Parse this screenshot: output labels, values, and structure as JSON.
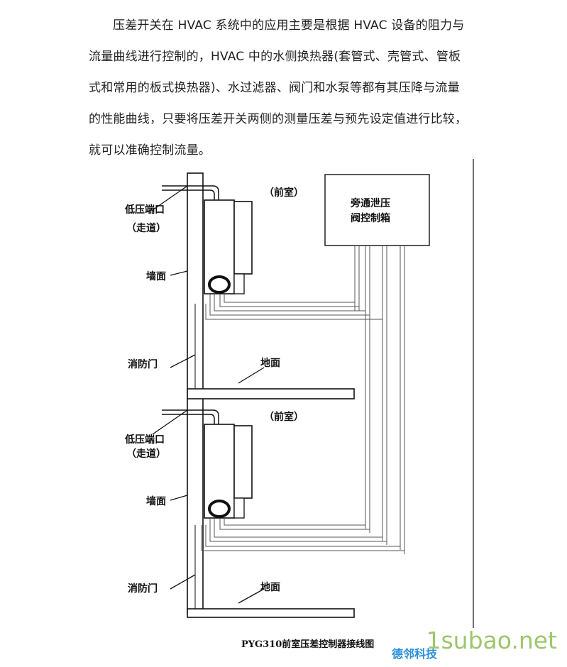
{
  "paragraph": {
    "lines": [
      "压差开关在 HVAC 系统中的应用主要是根据 HVAC 设备的阻力与",
      "流量曲线进行控制的，HVAC 中的水侧换热器(套管式、壳管式、管板",
      "式和常用的板式换热器)、水过滤器、阀门和水泵等都有其压降与流量",
      "的性能曲线，只要将压差开关两侧的测量压差与预先设定值进行比较，",
      "就可以准确控制流量。"
    ]
  },
  "diagram": {
    "upper": {
      "room_label": "（前室）",
      "low_pressure_port": "低压端口",
      "corridor": "（走道）",
      "wall": "墙面",
      "fire_door": "消防门",
      "floor": "地面"
    },
    "lower": {
      "room_label": "（前室）",
      "low_pressure_port": "低压端口",
      "corridor": "（走道）",
      "wall": "墙面",
      "fire_door": "消防门",
      "floor": "地面"
    },
    "control_box": {
      "line1": "旁通泄压",
      "line2": "阀控制箱"
    },
    "caption": "PYG310前室压差控制器接线图"
  },
  "watermarks": {
    "site": "1subao.net",
    "company": "德邻科技"
  }
}
